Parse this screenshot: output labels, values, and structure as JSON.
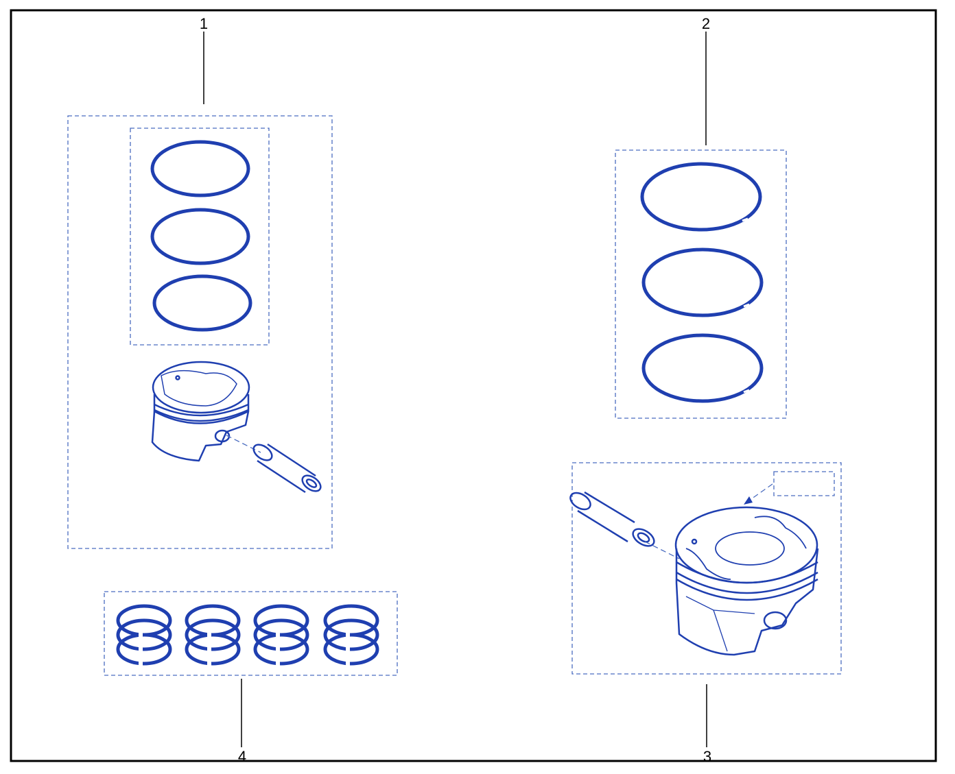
{
  "callouts": {
    "c1": "1",
    "c2": "2",
    "c3": "3",
    "c4": "4"
  },
  "colors": {
    "frame": "#000000",
    "ink": "#1f3fb0",
    "ink_light": "#7f95d6",
    "dash": "#4a6cc0",
    "leader": "#000000"
  },
  "icons": {
    "group-1": "piston-kit-icon",
    "group-2": "piston-ring-set-icon",
    "group-3": "piston-assembly-icon",
    "group-4": "ring-stacks-icon"
  }
}
